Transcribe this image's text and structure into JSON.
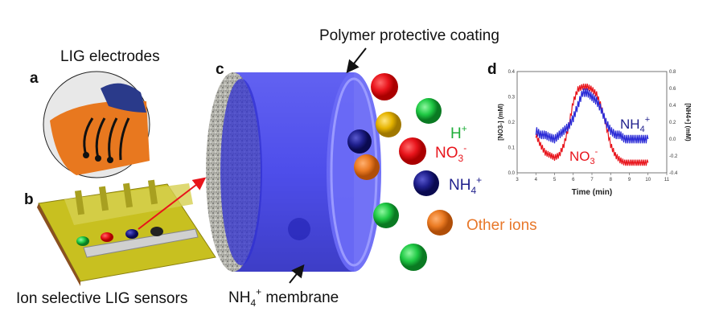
{
  "panels": {
    "a": "a",
    "b": "b",
    "c": "c",
    "d": "d"
  },
  "labels": {
    "lig_electrodes": "LIG electrodes",
    "ion_selective": "Ion selective LIG sensors",
    "polymer_coating": "Polymer protective coating",
    "membrane": "NH",
    "membrane_sub": "4",
    "membrane_sup": "+",
    "membrane_rest": " membrane"
  },
  "ions": [
    {
      "name": "H",
      "sub": "",
      "sup": "+",
      "color": "#1fae3a"
    },
    {
      "name": "NO",
      "sub": "3",
      "sup": "-",
      "color": "#e8141b"
    },
    {
      "name": "NH",
      "sub": "4",
      "sup": "+",
      "color": "#1f1f8c"
    },
    {
      "name": "Other ions",
      "sub": "",
      "sup": "",
      "color": "#e8782a"
    }
  ],
  "chart_data": {
    "type": "line",
    "xlabel": "Time (min)",
    "ylabel_left": "[NO3-] (mM)",
    "ylabel_right": "[NH4+] (mM)",
    "xlim": [
      3,
      11
    ],
    "ylim_left": [
      0.0,
      0.4
    ],
    "ylim_right": [
      -0.4,
      0.8
    ],
    "xticks": [
      "3",
      "4",
      "5",
      "6",
      "7",
      "8",
      "9",
      "10",
      "11"
    ],
    "yticks_left": [
      "0.0",
      "0.1",
      "0.2",
      "0.3",
      "0.4"
    ],
    "yticks_right": [
      "-0.4",
      "-0.2",
      "0.0",
      "0.2",
      "0.4",
      "0.6",
      "0.8"
    ],
    "x": [
      4,
      4.25,
      4.5,
      4.75,
      5,
      5.25,
      5.5,
      5.75,
      6,
      6.25,
      6.5,
      6.75,
      7,
      7.25,
      7.5,
      7.75,
      8,
      8.25,
      8.5,
      8.75,
      9,
      9.25,
      9.5,
      9.75,
      10
    ],
    "series": [
      {
        "name": "NO3-",
        "axis": "left",
        "color": "#e8141b",
        "values": [
          0.15,
          0.11,
          0.08,
          0.07,
          0.06,
          0.07,
          0.11,
          0.18,
          0.28,
          0.33,
          0.34,
          0.34,
          0.33,
          0.31,
          0.26,
          0.19,
          0.11,
          0.07,
          0.05,
          0.04,
          0.04,
          0.04,
          0.04,
          0.04,
          0.04
        ]
      },
      {
        "name": "NH4+",
        "axis": "right",
        "color": "#2a2ad6",
        "values": [
          0.1,
          0.05,
          0.05,
          0.02,
          0.0,
          0.05,
          0.1,
          0.15,
          0.25,
          0.4,
          0.55,
          0.55,
          0.5,
          0.45,
          0.35,
          0.2,
          0.1,
          0.05,
          0.05,
          0.0,
          0.0,
          0.0,
          0.0,
          0.0,
          0.0
        ]
      }
    ],
    "annotations": [
      {
        "text": "NH",
        "sub": "4",
        "sup": "+",
        "color": "#1f1f8c"
      },
      {
        "text": "NO",
        "sub": "3",
        "sup": "-",
        "color": "#e8141b"
      }
    ]
  }
}
